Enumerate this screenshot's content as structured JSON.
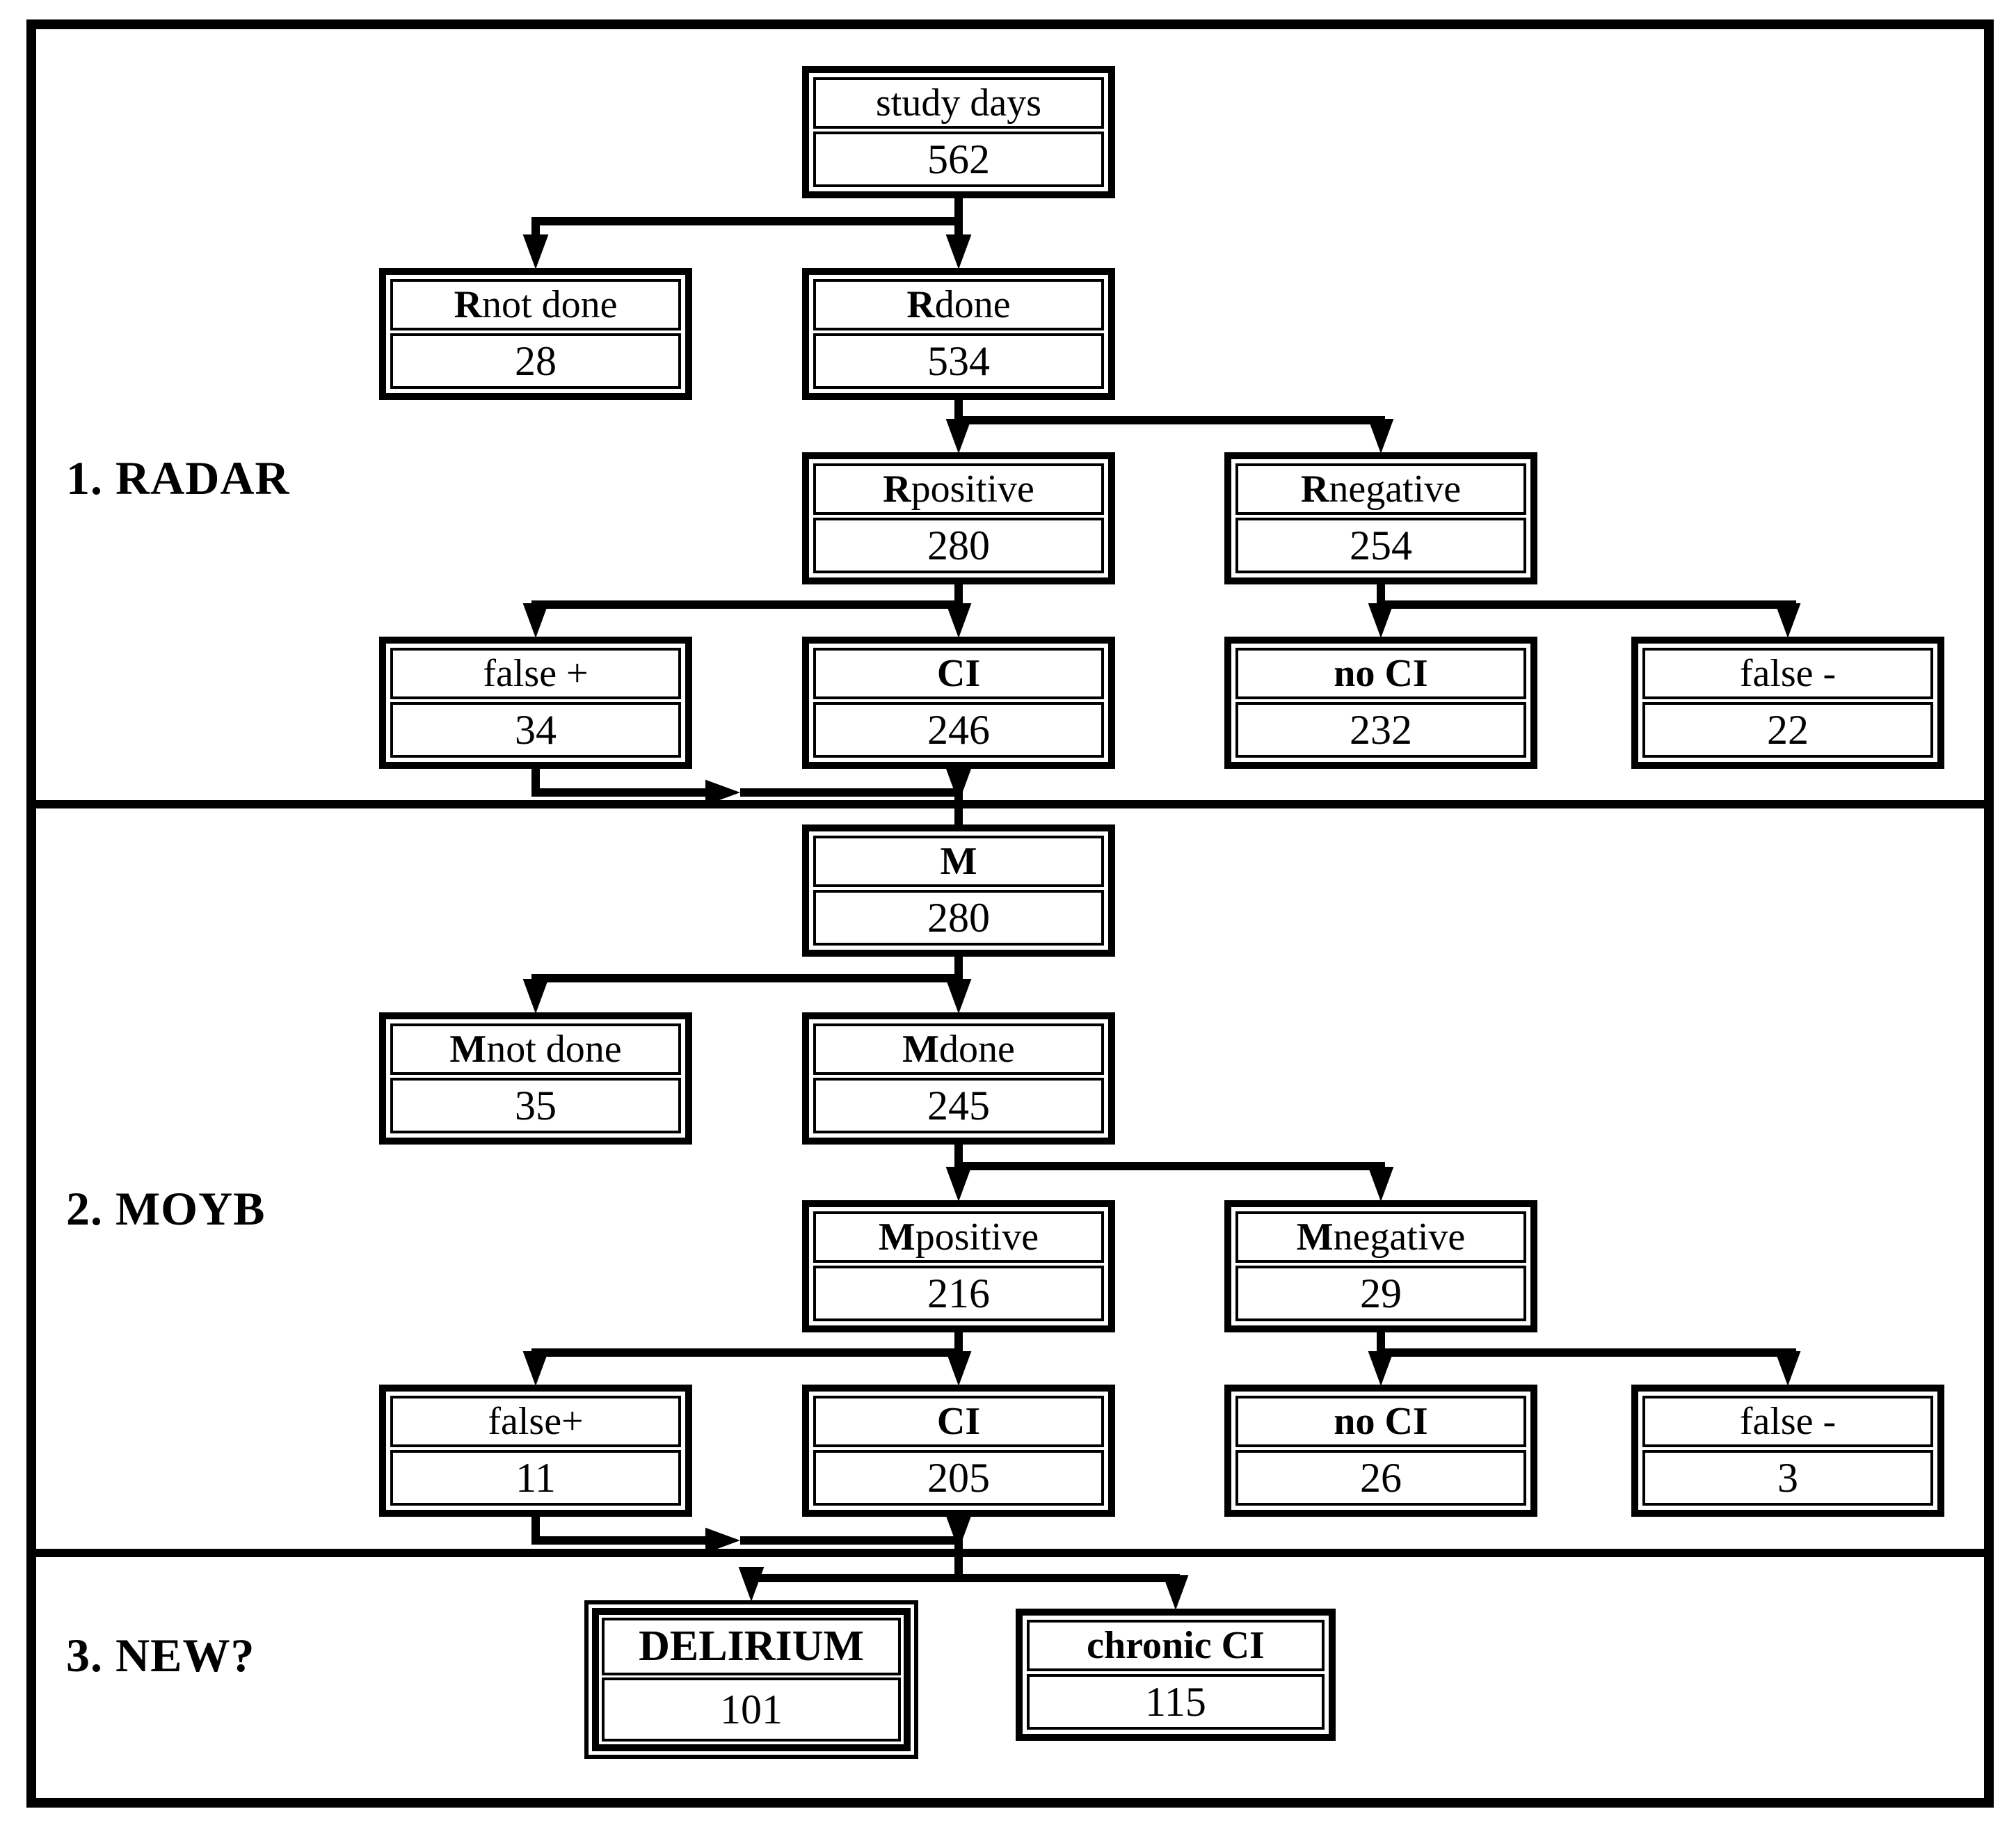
{
  "sections": {
    "radar": {
      "label": "1. RADAR"
    },
    "moyb": {
      "label": "2. MOYB"
    },
    "new": {
      "label": "3. NEW?"
    }
  },
  "nodes": {
    "study_days": {
      "prefix": "",
      "rest": "study days",
      "value": "562"
    },
    "r_not_done": {
      "prefix": "R",
      "rest": " not done",
      "value": "28"
    },
    "r_done": {
      "prefix": "R",
      "rest": " done",
      "value": "534"
    },
    "r_positive": {
      "prefix": "R",
      "rest": " positive",
      "value": "280"
    },
    "r_negative": {
      "prefix": "R",
      "rest": " negative",
      "value": "254"
    },
    "false_plus_r": {
      "prefix": "",
      "rest": "false +",
      "value": "34"
    },
    "ci_r": {
      "prefix": "CI",
      "rest": "",
      "value": "246"
    },
    "no_ci_r": {
      "prefix": "no CI",
      "rest": "",
      "value": "232"
    },
    "false_minus_r": {
      "prefix": "",
      "rest": "false -",
      "value": "22"
    },
    "m": {
      "prefix": "M",
      "rest": "",
      "value": "280"
    },
    "m_not_done": {
      "prefix": "M",
      "rest": " not done",
      "value": "35"
    },
    "m_done": {
      "prefix": "M",
      "rest": " done",
      "value": "245"
    },
    "m_positive": {
      "prefix": "M",
      "rest": " positive",
      "value": "216"
    },
    "m_negative": {
      "prefix": "M",
      "rest": " negative",
      "value": "29"
    },
    "false_plus_m": {
      "prefix": "",
      "rest": "false+",
      "value": "11"
    },
    "ci_m": {
      "prefix": "CI",
      "rest": "",
      "value": "205"
    },
    "no_ci_m": {
      "prefix": "no CI",
      "rest": "",
      "value": "26"
    },
    "false_minus_m": {
      "prefix": "",
      "rest": "false -",
      "value": "3"
    },
    "delirium": {
      "prefix": "DELIRIUM",
      "rest": "",
      "value": "101"
    },
    "chronic_ci": {
      "prefix": "chronic CI",
      "rest": "",
      "value": "115"
    }
  },
  "colors": {
    "ink": "#000000",
    "background": "#ffffff"
  }
}
